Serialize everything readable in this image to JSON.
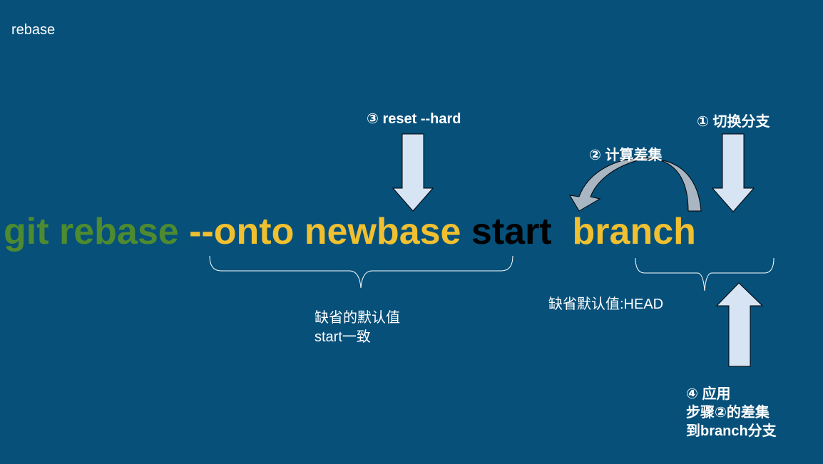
{
  "slide_title": "rebase",
  "command": {
    "part_git_rebase": "git rebase",
    "part_onto_newbase": "--onto newbase",
    "part_start": "start",
    "part_branch": "branch"
  },
  "steps": {
    "step1": "① 切换分支",
    "step2": "② 计算差集",
    "step3": "③ reset --hard",
    "step4_line1": "④ 应用",
    "step4_line2": "步骤②的差集",
    "step4_line3": "到branch分支"
  },
  "notes": {
    "onto_default_line1": "缺省的默认值",
    "onto_default_line2": "start一致",
    "branch_default": "缺省默认值:HEAD"
  },
  "colors": {
    "background": "#06507a",
    "green": "#4e8a30",
    "yellow": "#f0c030",
    "arrow_fill": "#d6e4f3"
  }
}
